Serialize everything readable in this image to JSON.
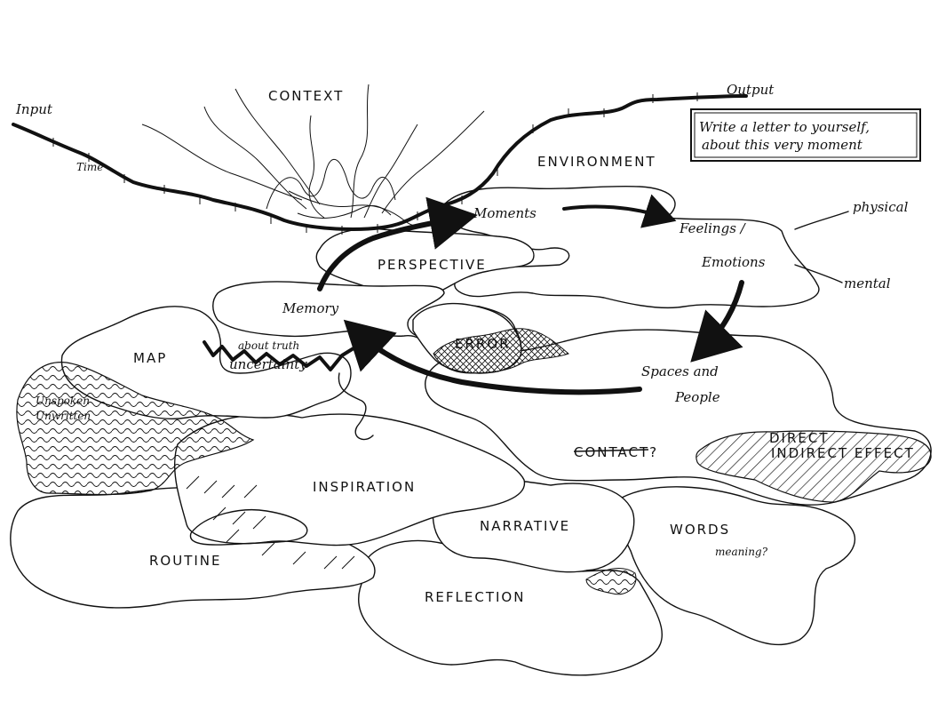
{
  "labels": {
    "input": "Input",
    "time": "Time",
    "context": "CONTEXT",
    "output": "Output",
    "environment": "ENVIRONMENT",
    "note_line1": "Write a letter to yourself,",
    "note_line2": "about this very moment",
    "moments": "Moments",
    "feelings": "Feelings /",
    "emotions": "Emotions",
    "physical": "physical",
    "mental": "mental",
    "perspective": "PERSPECTIVE",
    "memory": "Memory",
    "map": "MAP",
    "about_truth": "about truth",
    "uncertainty": "uncertainty",
    "error": "ERROR",
    "spaces_and": "Spaces and",
    "people": "People",
    "unspoken": "Unspoken",
    "unwritten": "Unwritten",
    "contact": "CONTACT?",
    "direct": "DIRECT",
    "indirect_effect": "INDIRECT EFFECT",
    "inspiration": "INSPIRATION",
    "narrative": "NARRATIVE",
    "words": "WORDS",
    "meaning": "meaning?",
    "routine": "ROUTINE",
    "reflection": "REFLECTION"
  },
  "colors": {
    "ink": "#111111",
    "paper": "#ffffff"
  }
}
